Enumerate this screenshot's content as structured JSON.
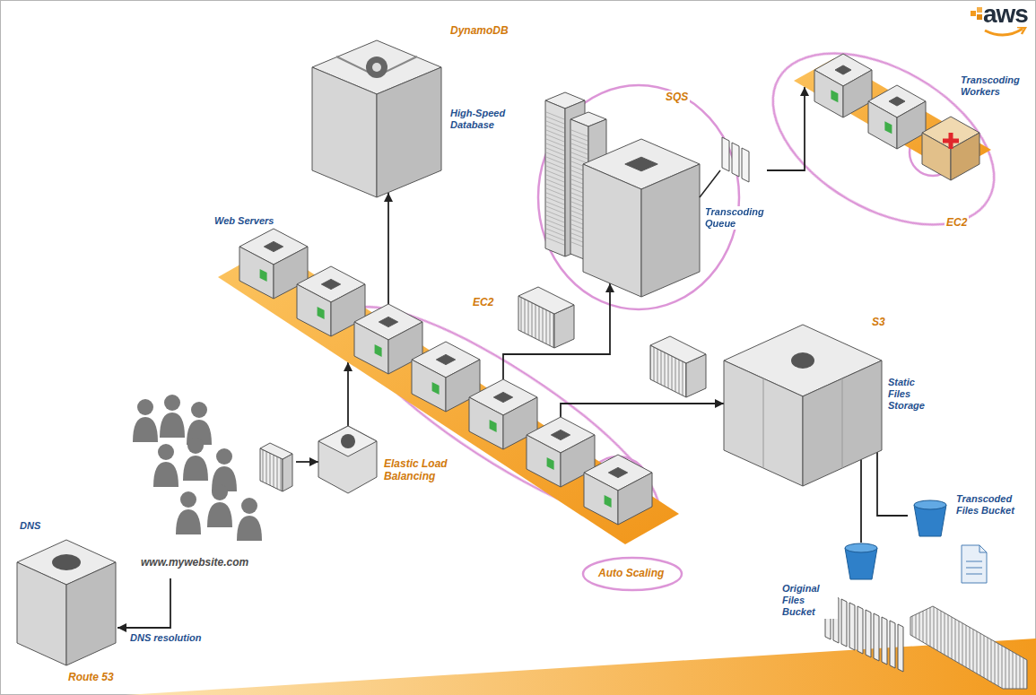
{
  "diagram": {
    "nodes": [
      {
        "text": [
          "DynamoDB",
          "High-Speed Database"
        ]
      },
      {
        "text": [
          "SQS",
          "Transcoding Queue"
        ]
      },
      {
        "text": [
          "Transcoding Workers",
          "EC2"
        ]
      },
      {
        "text": [
          "Web Servers",
          "EC2",
          "Auto Scaling"
        ]
      },
      {
        "text": [
          "S3",
          "Static Files Storage"
        ]
      },
      {
        "text": [
          "Transcoded Files Bucket"
        ]
      },
      {
        "text": [
          "Elastic Load Balancing"
        ]
      },
      {
        "text": [
          "www.mywebsite.com"
        ]
      },
      {
        "text": [
          "Original Files Bucket"
        ]
      },
      {
        "text": [
          "DNS",
          "Route 53"
        ]
      }
    ],
    "edges": [
      {
        "from": 3,
        "to": 0,
        "arrow": "to"
      },
      {
        "from": 3,
        "to": 1,
        "arrow": "to"
      },
      {
        "from": 1,
        "to": 2,
        "arrow": "to"
      },
      {
        "from": 3,
        "to": 4,
        "arrow": "to"
      },
      {
        "from": 4,
        "to": 5,
        "arrow": "none"
      },
      {
        "from": 7,
        "to": 6,
        "arrow": "to"
      },
      {
        "from": 6,
        "to": 3,
        "arrow": "to"
      },
      {
        "from": 4,
        "to": 8,
        "arrow": "none"
      },
      {
        "from": 7,
        "to": 9,
        "label": "DNS resolution",
        "arrow": "to"
      }
    ],
    "labels": [
      "aws"
    ]
  }
}
